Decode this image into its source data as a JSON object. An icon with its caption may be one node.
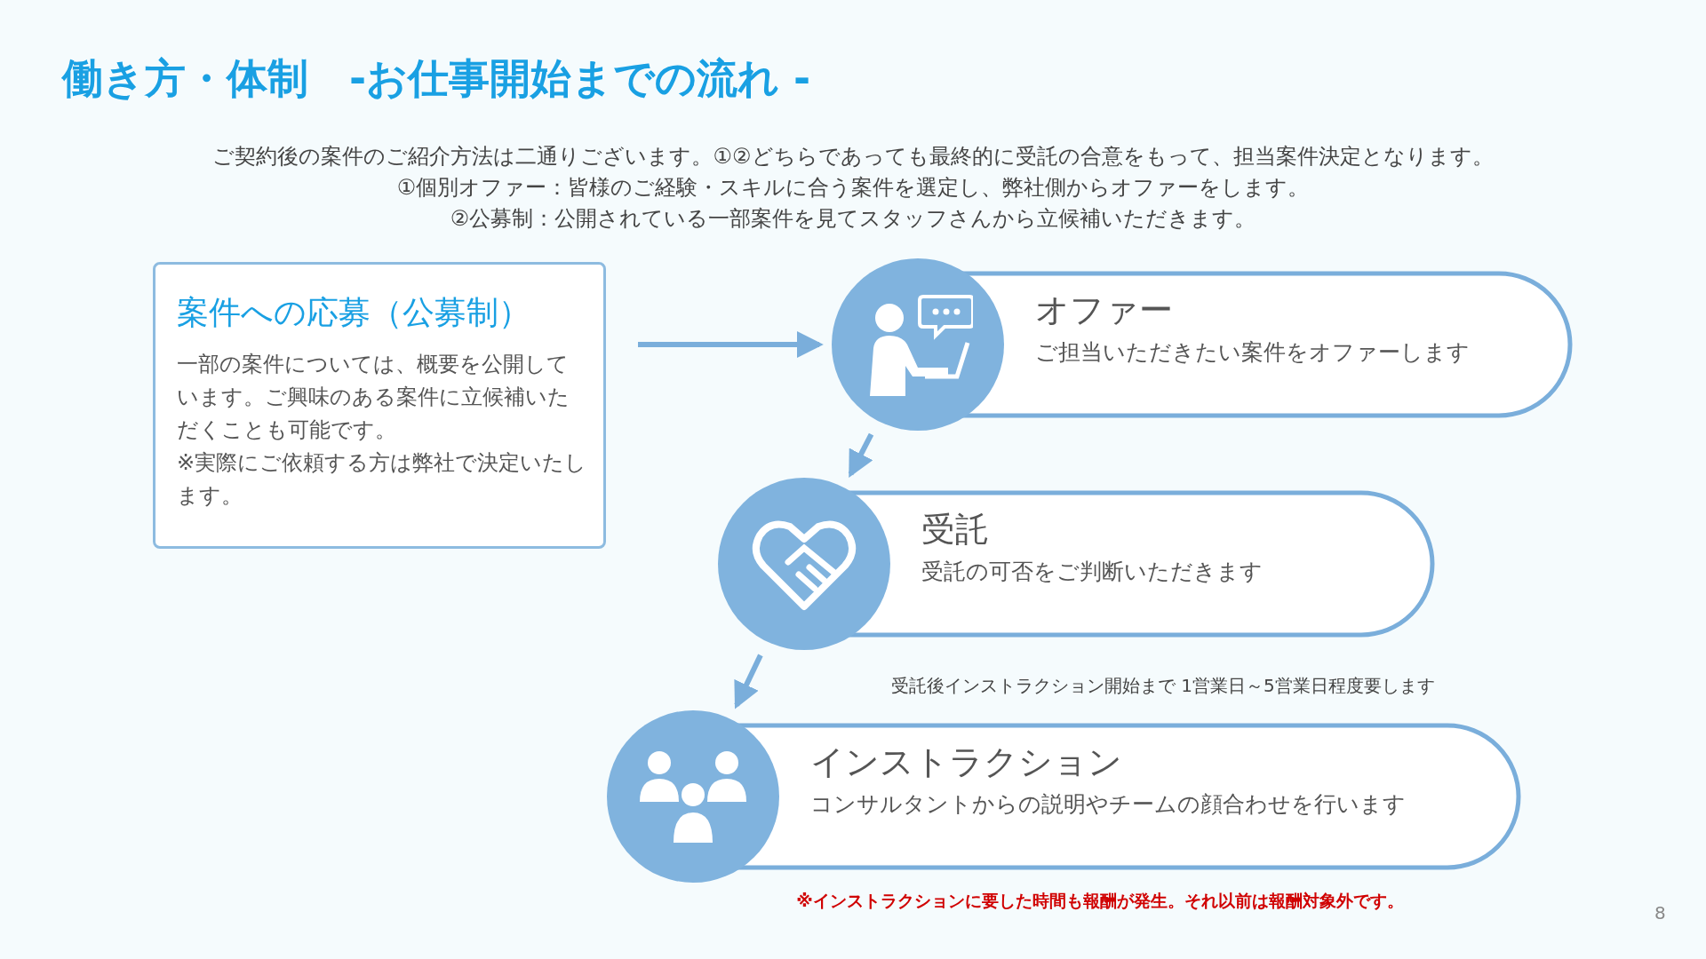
{
  "diagram": {
    "title": "働き方・体制　-お仕事開始までの流れ -",
    "nodes": [
      {
        "text": [
          "案件への応募（公募制）",
          "一部の案件については、概要を公開しています。ご興味のある案件に立候補いただくことも可能です。",
          "※実際にご依頼する方は弊社で決定いたします。"
        ]
      },
      {
        "text": [
          "オファー",
          "ご担当いただきたい案件をオファーします"
        ]
      },
      {
        "text": [
          "受託",
          "受託の可否をご判断いただきます"
        ],
        "beside": [
          "受託後インストラクション開始まで 1営業日～5営業日程度要します"
        ]
      },
      {
        "text": [
          "インストラクション",
          "コンサルタントからの説明やチームの顔合わせを行います"
        ]
      }
    ],
    "edges": [
      {
        "from": 0,
        "to": 1,
        "arrow": "to"
      },
      {
        "from": 1,
        "to": 2,
        "arrow": "to"
      },
      {
        "from": 2,
        "to": 3,
        "arrow": "to"
      }
    ],
    "labels": [
      "ご契約後の案件のご紹介方法は二通りございます。①②どちらであっても最終的に受託の合意をもって、担当案件決定となります。",
      "①個別オファー：皆様のご経験・スキルに合う案件を選定し、弊社側からオファーをします。",
      "②公募制：公開されている一部案件を見てスタッフさんから立候補いただきます。",
      "※インストラクションに要した時間も報酬が発生。それ以前は報酬対象外です。",
      "8"
    ]
  }
}
